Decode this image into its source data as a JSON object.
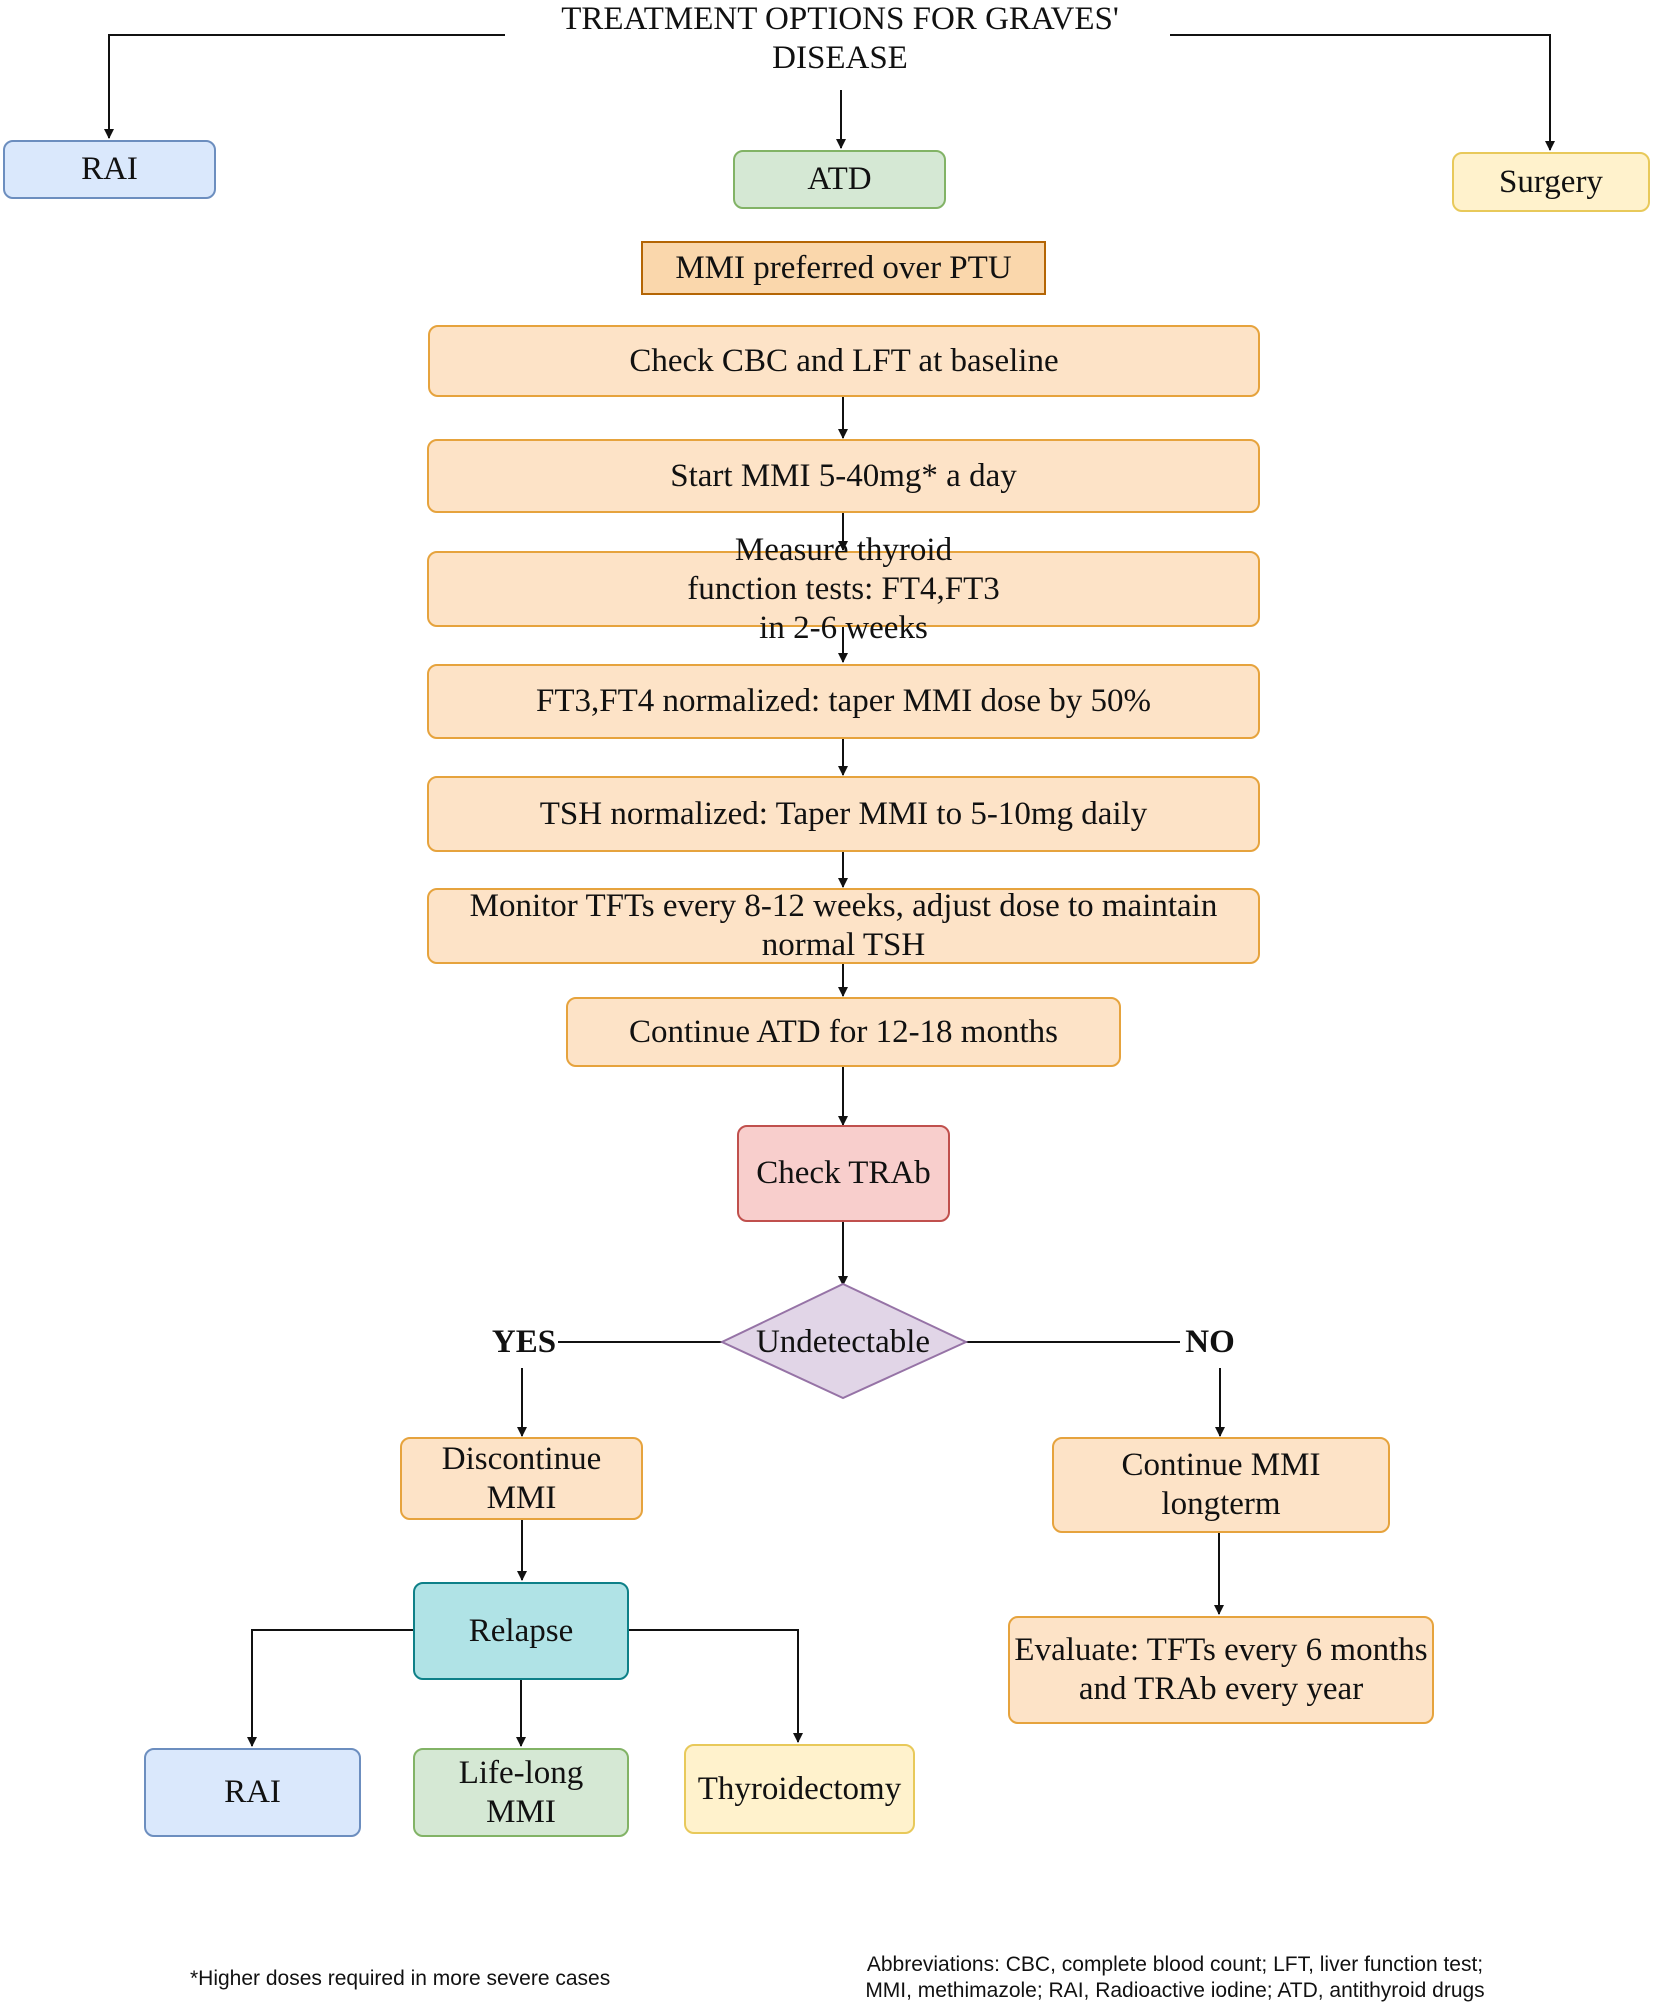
{
  "title": "TREATMENT OPTIONS FOR GRAVES' DISEASE",
  "top_options": {
    "left": "RAI",
    "center": "ATD",
    "right": "Surgery"
  },
  "preferred_note": "MMI preferred over PTU",
  "steps": [
    "Check CBC and LFT at baseline",
    "Start MMI 5-40mg* a day",
    "Measure thyroid function tests: FT4,FT3 in 2-6 weeks",
    "FT3,FT4 normalized: taper MMI dose by 50%",
    "TSH normalized: Taper MMI to 5-10mg daily",
    "Monitor TFTs every 8-12 weeks, adjust dose to maintain normal TSH",
    "Continue ATD for 12-18 months"
  ],
  "check_trab": "Check TRAb",
  "decision": "Undetectable",
  "yes_label": "YES",
  "no_label": "NO",
  "yes_branch": {
    "discontinue": "Discontinue MMI",
    "relapse": "Relapse",
    "options": [
      "RAI",
      "Life-long MMI",
      "Thyroidectomy"
    ]
  },
  "no_branch": {
    "continue": "Continue MMI longterm",
    "evaluate": "Evaluate: TFTs every 6 months and TRAb every year"
  },
  "footnote": "*Higher doses required in more severe cases",
  "abbreviations": "Abbreviations: CBC, complete blood count; LFT, liver function test; MMI, methimazole; RAI, Radioactive iodine; ATD, antithyroid drugs",
  "colors": {
    "process_fill": "#fde3c7",
    "process_border": "#e6a33d",
    "rai_fill": "#dae8fc",
    "atd_fill": "#d5e8d4",
    "surgery_fill": "#fff2cc",
    "trab_fill": "#f8cecc",
    "decision_fill": "#e1d5e7",
    "relapse_fill": "#b0e3e6"
  }
}
